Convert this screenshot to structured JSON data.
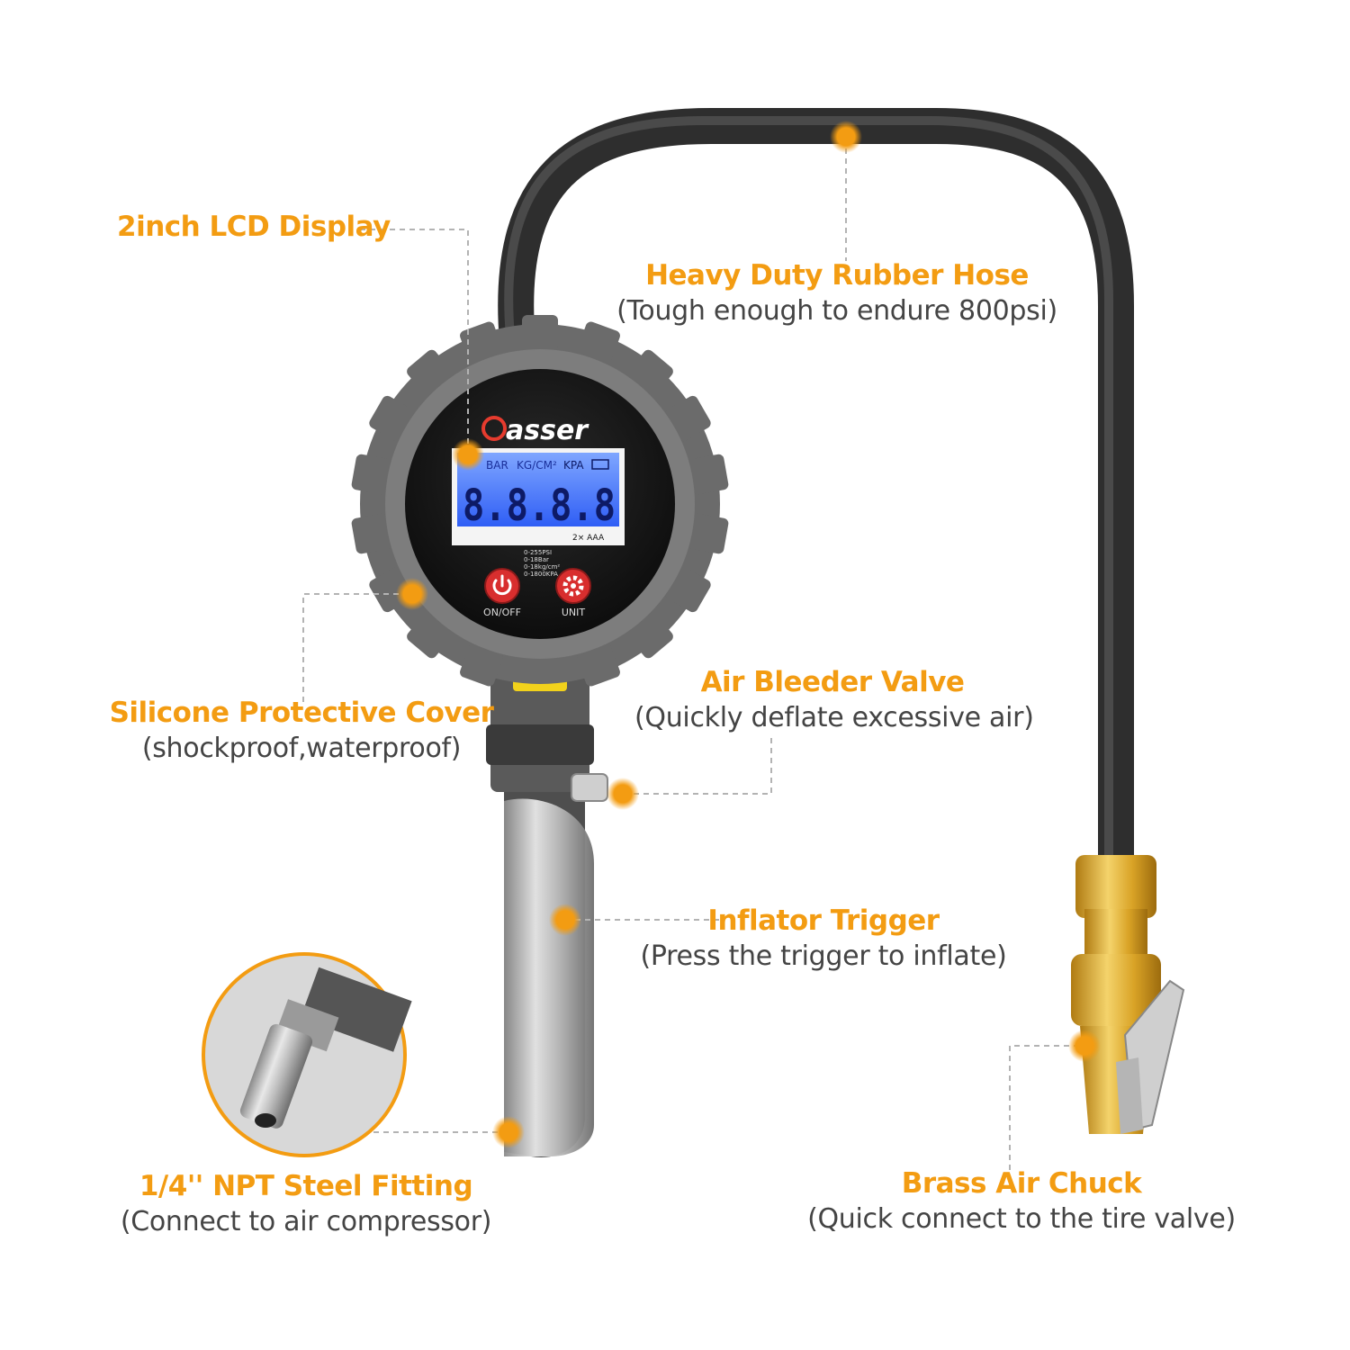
{
  "colors": {
    "accent": "#f39c12",
    "hose": "#3a3a3a",
    "gauge_body": "#6b6b6b",
    "lcd": "#3d6bff",
    "button_red": "#d82e2e",
    "brass": "#d9a326",
    "leader": "#b3b3b3"
  },
  "device": {
    "brand": "asser",
    "lcd_units": [
      "BAR",
      "KG/CM²",
      "KPA"
    ],
    "lcd_digits": "8.8.8.8",
    "lcd_battery": "2× AAA",
    "ranges": [
      "0-255PSI",
      "0-18Bar",
      "0-18kg/cm²",
      "0-1800KPA"
    ],
    "button_power_label": "ON/OFF",
    "button_unit_label": "UNIT",
    "button_power_icon": "power-icon",
    "button_unit_icon": "gear-icon"
  },
  "callouts": {
    "lcd": {
      "title": "2inch LCD Display"
    },
    "hose": {
      "title": "Heavy Duty Rubber Hose",
      "sub": "(Tough enough to endure 800psi)"
    },
    "cover": {
      "title": "Silicone Protective Cover",
      "sub": "(shockproof,waterproof)"
    },
    "bleeder": {
      "title": "Air Bleeder Valve",
      "sub": "(Quickly deflate excessive air)"
    },
    "trigger": {
      "title": "Inflator Trigger",
      "sub": "(Press the trigger to inflate)"
    },
    "fitting": {
      "title": "1/4'' NPT Steel Fitting",
      "sub": "(Connect to air compressor)"
    },
    "chuck": {
      "title": "Brass Air Chuck",
      "sub": "(Quick connect to the tire valve)"
    }
  }
}
